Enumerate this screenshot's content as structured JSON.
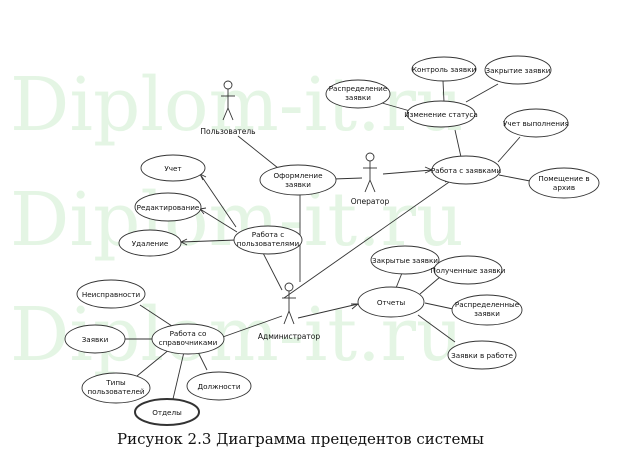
{
  "watermark": "Diplom-it.ru",
  "caption": "Рисунок 2.3 Диаграмма прецедентов системы",
  "actors": {
    "user": "Пользователь",
    "operator": "Оператор",
    "admin": "Администратор"
  },
  "usecases": {
    "oformlenie": [
      "Оформление",
      "заявки"
    ],
    "rabota_zayavki": [
      "Работа с заявками"
    ],
    "izmenenie_statusa": [
      "Изменение статуса"
    ],
    "raspredelenie_zayavki": [
      "Распределение",
      "заявки"
    ],
    "kontrol_zayavki": [
      "Контроль заявки"
    ],
    "zakrytie_zayavki": [
      "Закрытие  заявки"
    ],
    "uchet_vypolneniya": [
      "Учет выполнения"
    ],
    "pomeshchenie_arhiv": [
      "Помещение в",
      "архив"
    ],
    "uchet": [
      "Учет"
    ],
    "redaktirovanie": [
      "Редактирование"
    ],
    "udalenie": [
      "Удаление"
    ],
    "rabota_polzovatelyami": [
      "Работа с",
      "пользователями"
    ],
    "otchety": [
      "Отчеты"
    ],
    "zakrytye_zayavki": [
      "Закрытые заявки"
    ],
    "poluchennye_zayavki": [
      "Полученные заявки"
    ],
    "raspredelennye_zayavki": [
      "Распределенные",
      "заявки"
    ],
    "zayavki_v_rabote": [
      "Заявки в работе"
    ],
    "rabota_spravochnikami": [
      "Работа со",
      "справочниками"
    ],
    "neispravnosti": [
      "Неисправности"
    ],
    "zayavki": [
      "Заявки"
    ],
    "tipy_polzovateley": [
      "Типы",
      "пользователей"
    ],
    "dolzhnosti": [
      "Должности"
    ],
    "otdely": [
      "Отделы"
    ]
  }
}
